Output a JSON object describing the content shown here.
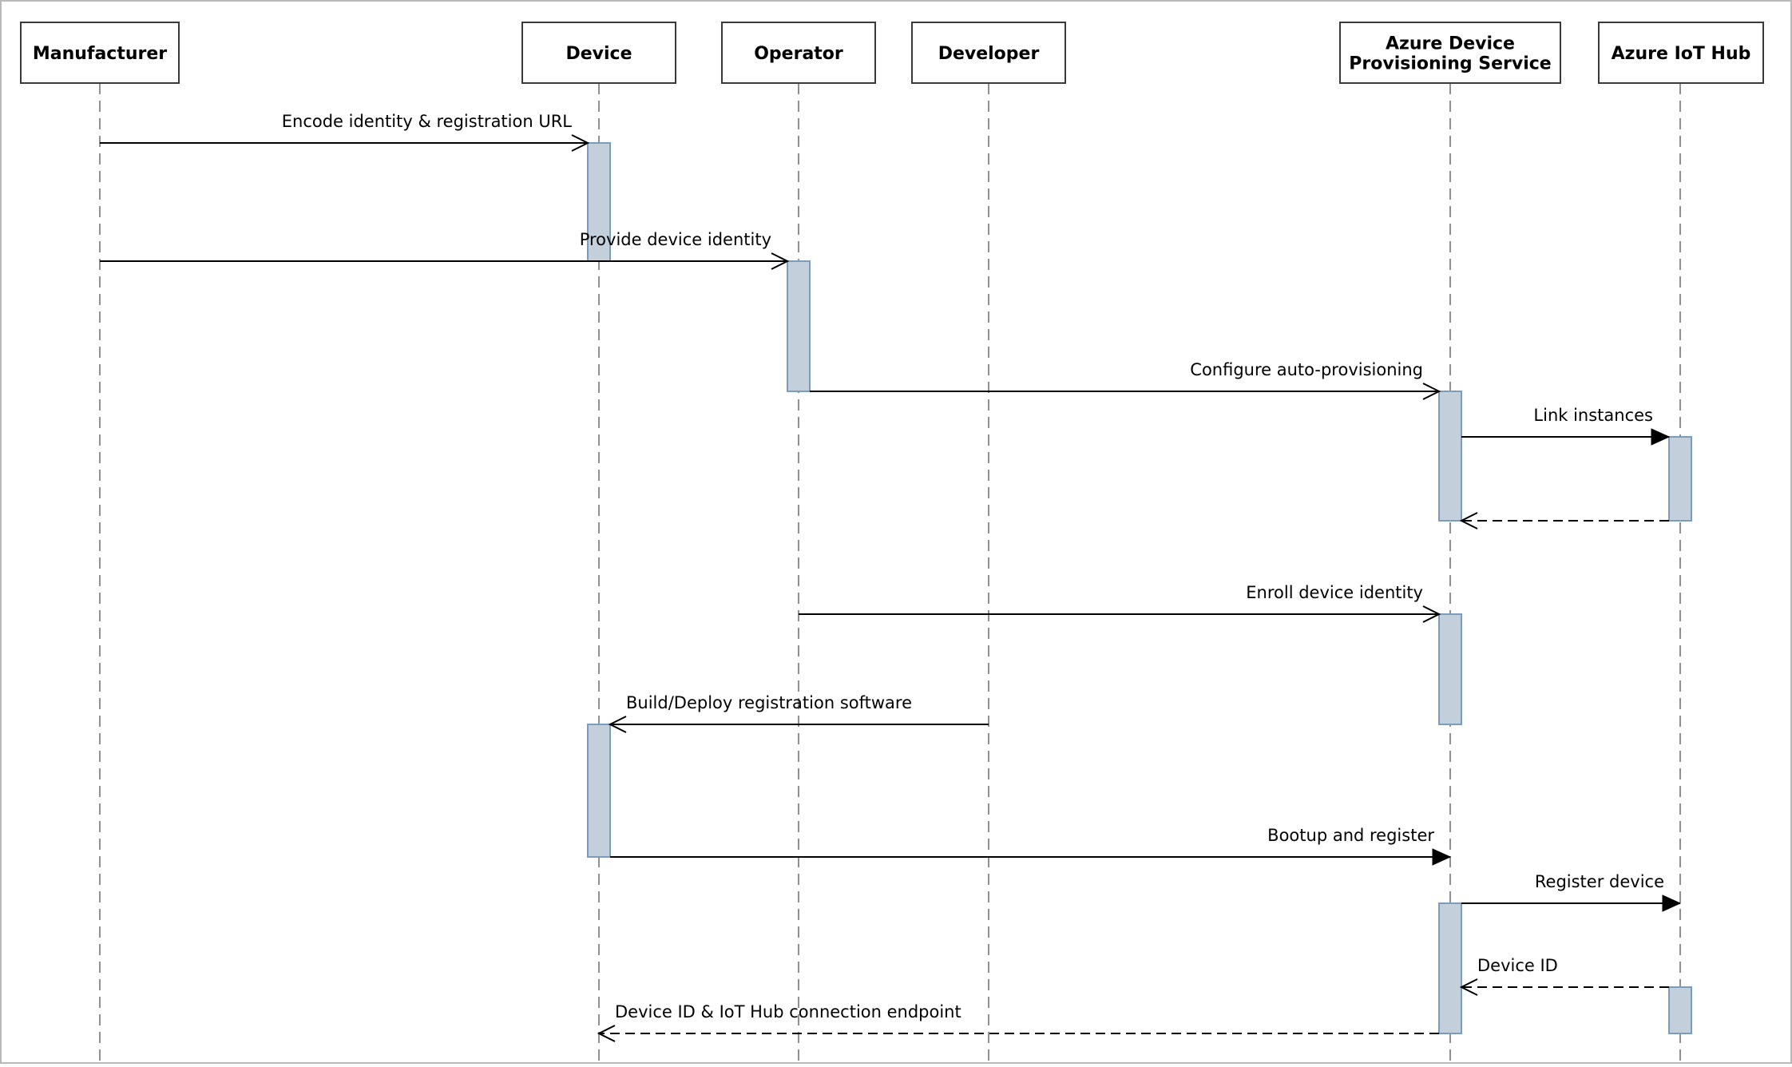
{
  "diagram": {
    "type": "sequence",
    "colors": {
      "activation_fill": "#c3d0dc",
      "activation_stroke": "#7c9cbd",
      "lifeline": "#909090",
      "frame": "#b9b9b9"
    },
    "actors": [
      {
        "id": "manufacturer",
        "lines": [
          "Manufacturer"
        ]
      },
      {
        "id": "device",
        "lines": [
          "Device"
        ]
      },
      {
        "id": "operator",
        "lines": [
          "Operator"
        ]
      },
      {
        "id": "developer",
        "lines": [
          "Developer"
        ]
      },
      {
        "id": "dps",
        "lines": [
          "Azure Device",
          "Provisioning Service"
        ]
      },
      {
        "id": "iothub",
        "lines": [
          "Azure IoT Hub"
        ]
      }
    ],
    "activations": [
      {
        "actor": "device",
        "start": 1,
        "end": 2
      },
      {
        "actor": "operator",
        "start": 2,
        "end": 3
      },
      {
        "actor": "dps",
        "start": 3,
        "end": 5
      },
      {
        "actor": "iothub",
        "start": 4,
        "end": 5
      },
      {
        "actor": "dps",
        "start": 6,
        "end": 7
      },
      {
        "actor": "device",
        "start": 7,
        "end": 8
      },
      {
        "actor": "dps",
        "start": 9,
        "end": 11
      },
      {
        "actor": "iothub",
        "start": 10,
        "end": 11
      }
    ],
    "messages": [
      {
        "order": 1,
        "from": "manufacturer",
        "to": "device",
        "label": "Encode identity & registration URL",
        "style": "solid",
        "arrow": "open"
      },
      {
        "order": 2,
        "from": "manufacturer",
        "to": "operator",
        "label": "Provide device identity",
        "style": "solid",
        "arrow": "open"
      },
      {
        "order": 3,
        "from": "operator",
        "to": "dps",
        "label": "Configure auto-provisioning",
        "style": "solid",
        "arrow": "open"
      },
      {
        "order": 4,
        "from": "dps",
        "to": "iothub",
        "label": "Link instances",
        "style": "solid",
        "arrow": "filled"
      },
      {
        "order": 5,
        "from": "iothub",
        "to": "dps",
        "label": "",
        "style": "dashed",
        "arrow": "open"
      },
      {
        "order": 6,
        "from": "operator",
        "to": "dps",
        "label": "Enroll device identity",
        "style": "solid",
        "arrow": "open"
      },
      {
        "order": 7,
        "from": "developer",
        "to": "device",
        "label": "Build/Deploy registration software",
        "style": "solid",
        "arrow": "open"
      },
      {
        "order": 8,
        "from": "device",
        "to": "dps",
        "label": "Bootup and register",
        "style": "solid",
        "arrow": "filled"
      },
      {
        "order": 9,
        "from": "dps",
        "to": "iothub",
        "label": "Register device",
        "style": "solid",
        "arrow": "filled"
      },
      {
        "order": 10,
        "from": "iothub",
        "to": "dps",
        "label": "Device ID",
        "style": "dashed",
        "arrow": "open"
      },
      {
        "order": 11,
        "from": "dps",
        "to": "device",
        "label": "Device ID & IoT Hub connection endpoint",
        "style": "dashed",
        "arrow": "open"
      }
    ]
  }
}
